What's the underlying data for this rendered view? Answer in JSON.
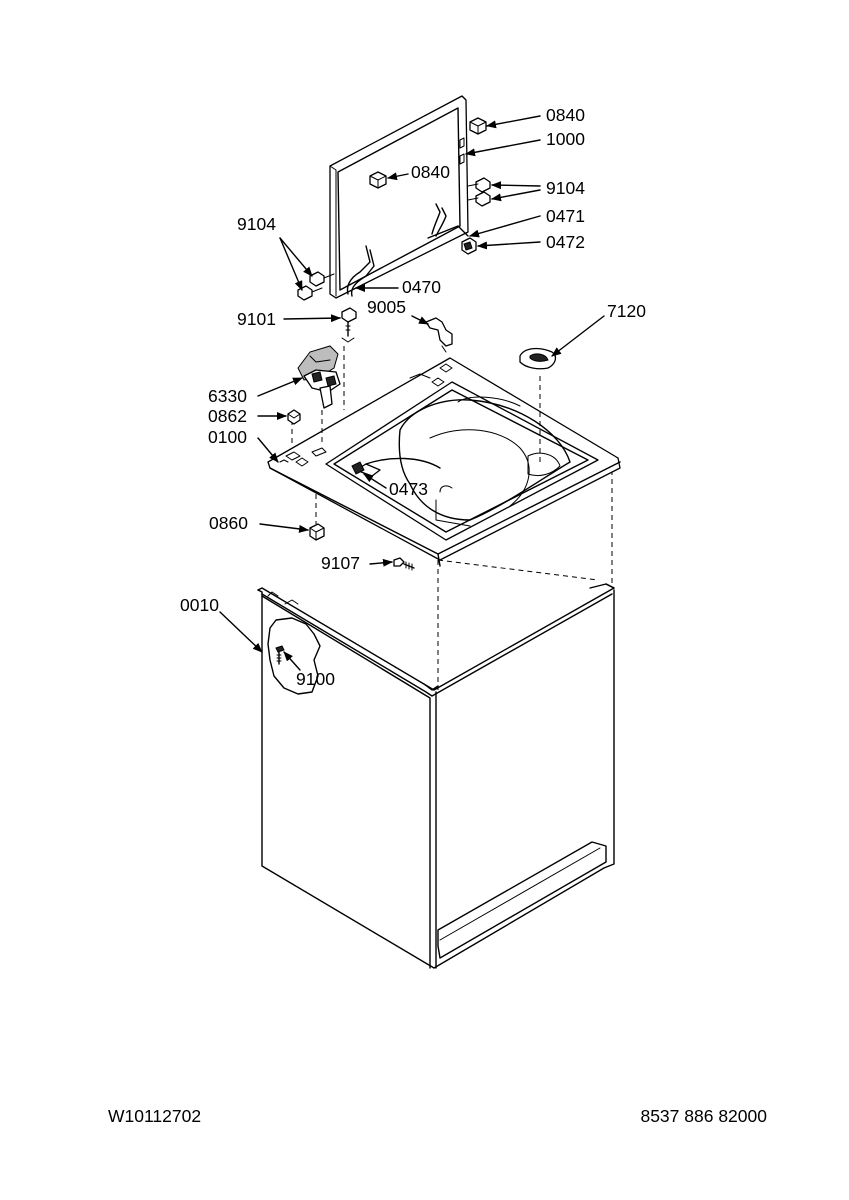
{
  "labels": {
    "l0840a": "0840",
    "l1000": "1000",
    "l0840b": "0840",
    "l9104a": "9104",
    "l0471": "0471",
    "l0472": "0472",
    "l9104b": "9104",
    "l0470": "0470",
    "l9101": "9101",
    "l9005": "9005",
    "l7120": "7120",
    "l6330": "6330",
    "l0862": "0862",
    "l0100": "0100",
    "l0473": "0473",
    "l0860": "0860",
    "l9107": "9107",
    "l0010": "0010",
    "l9100": "9100"
  },
  "footer": {
    "left": "W10112702",
    "right": "8537 886 82000"
  }
}
